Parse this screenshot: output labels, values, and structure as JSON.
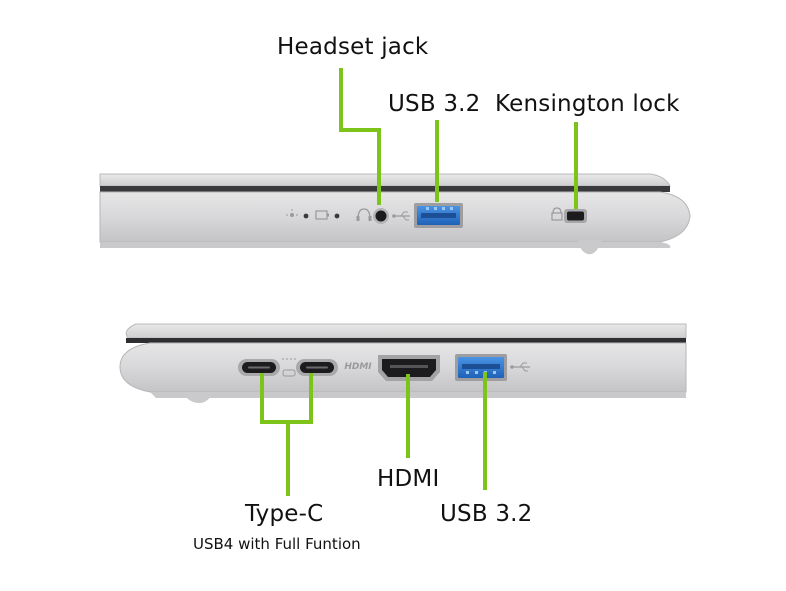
{
  "labels": {
    "headset_jack": "Headset jack",
    "usb_top": "USB 3.2",
    "kensington": "Kensington lock",
    "type_c": "Type-C",
    "type_c_sub": "USB4 with Full Funtion",
    "hdmi": "HDMI",
    "usb_bottom": "USB 3.2",
    "hdmi_logo": "HDMI"
  },
  "colors": {
    "callout": "#7dc41a",
    "usb_blue": "#2f7fd6",
    "chassis": "#d9d9da",
    "port_dark": "#1c1c1e"
  },
  "icons": [
    "led-icon",
    "battery-icon",
    "headset-icon",
    "usb-icon",
    "lock-icon",
    "usb-c-icon"
  ]
}
